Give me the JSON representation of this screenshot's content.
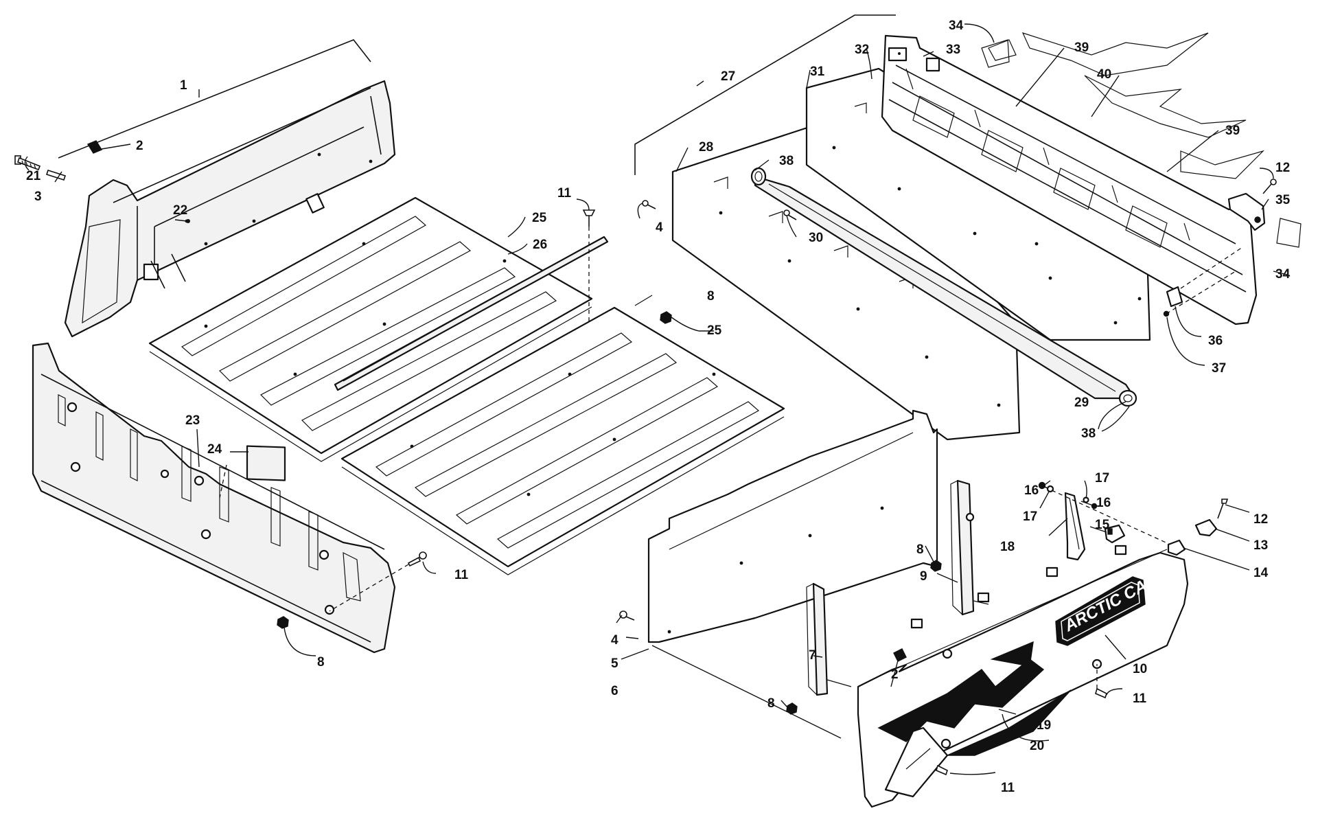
{
  "colors": {
    "line": "#111111",
    "background": "#ffffff",
    "panel_fill": "#f2f2f2"
  },
  "decal": {
    "brand": "ARCTIC CAT"
  },
  "callouts": {
    "c1": "1",
    "c2a": "2",
    "c2b": "2",
    "c3": "3",
    "c4a": "4",
    "c4b": "4",
    "c5": "5",
    "c6": "6",
    "c7": "7",
    "c8a": "8",
    "c8b": "8",
    "c8c": "8",
    "c8d": "8",
    "c9": "9",
    "c10": "10",
    "c11a": "11",
    "c11b": "11",
    "c11c": "11",
    "c11d": "11",
    "c12a": "12",
    "c12b": "12",
    "c13": "13",
    "c14": "14",
    "c15": "15",
    "c16a": "16",
    "c16b": "16",
    "c17a": "17",
    "c17b": "17",
    "c18": "18",
    "c19": "19",
    "c20": "20",
    "c21": "21",
    "c22": "22",
    "c23": "23",
    "c24": "24",
    "c25a": "25",
    "c25b": "25",
    "c26": "26",
    "c27": "27",
    "c28": "28",
    "c29": "29",
    "c30": "30",
    "c31": "31",
    "c32": "32",
    "c33": "33",
    "c34a": "34",
    "c34b": "34",
    "c35": "35",
    "c36": "36",
    "c37": "37",
    "c38a": "38",
    "c38b": "38",
    "c39a": "39",
    "c39b": "39",
    "c40": "40"
  }
}
